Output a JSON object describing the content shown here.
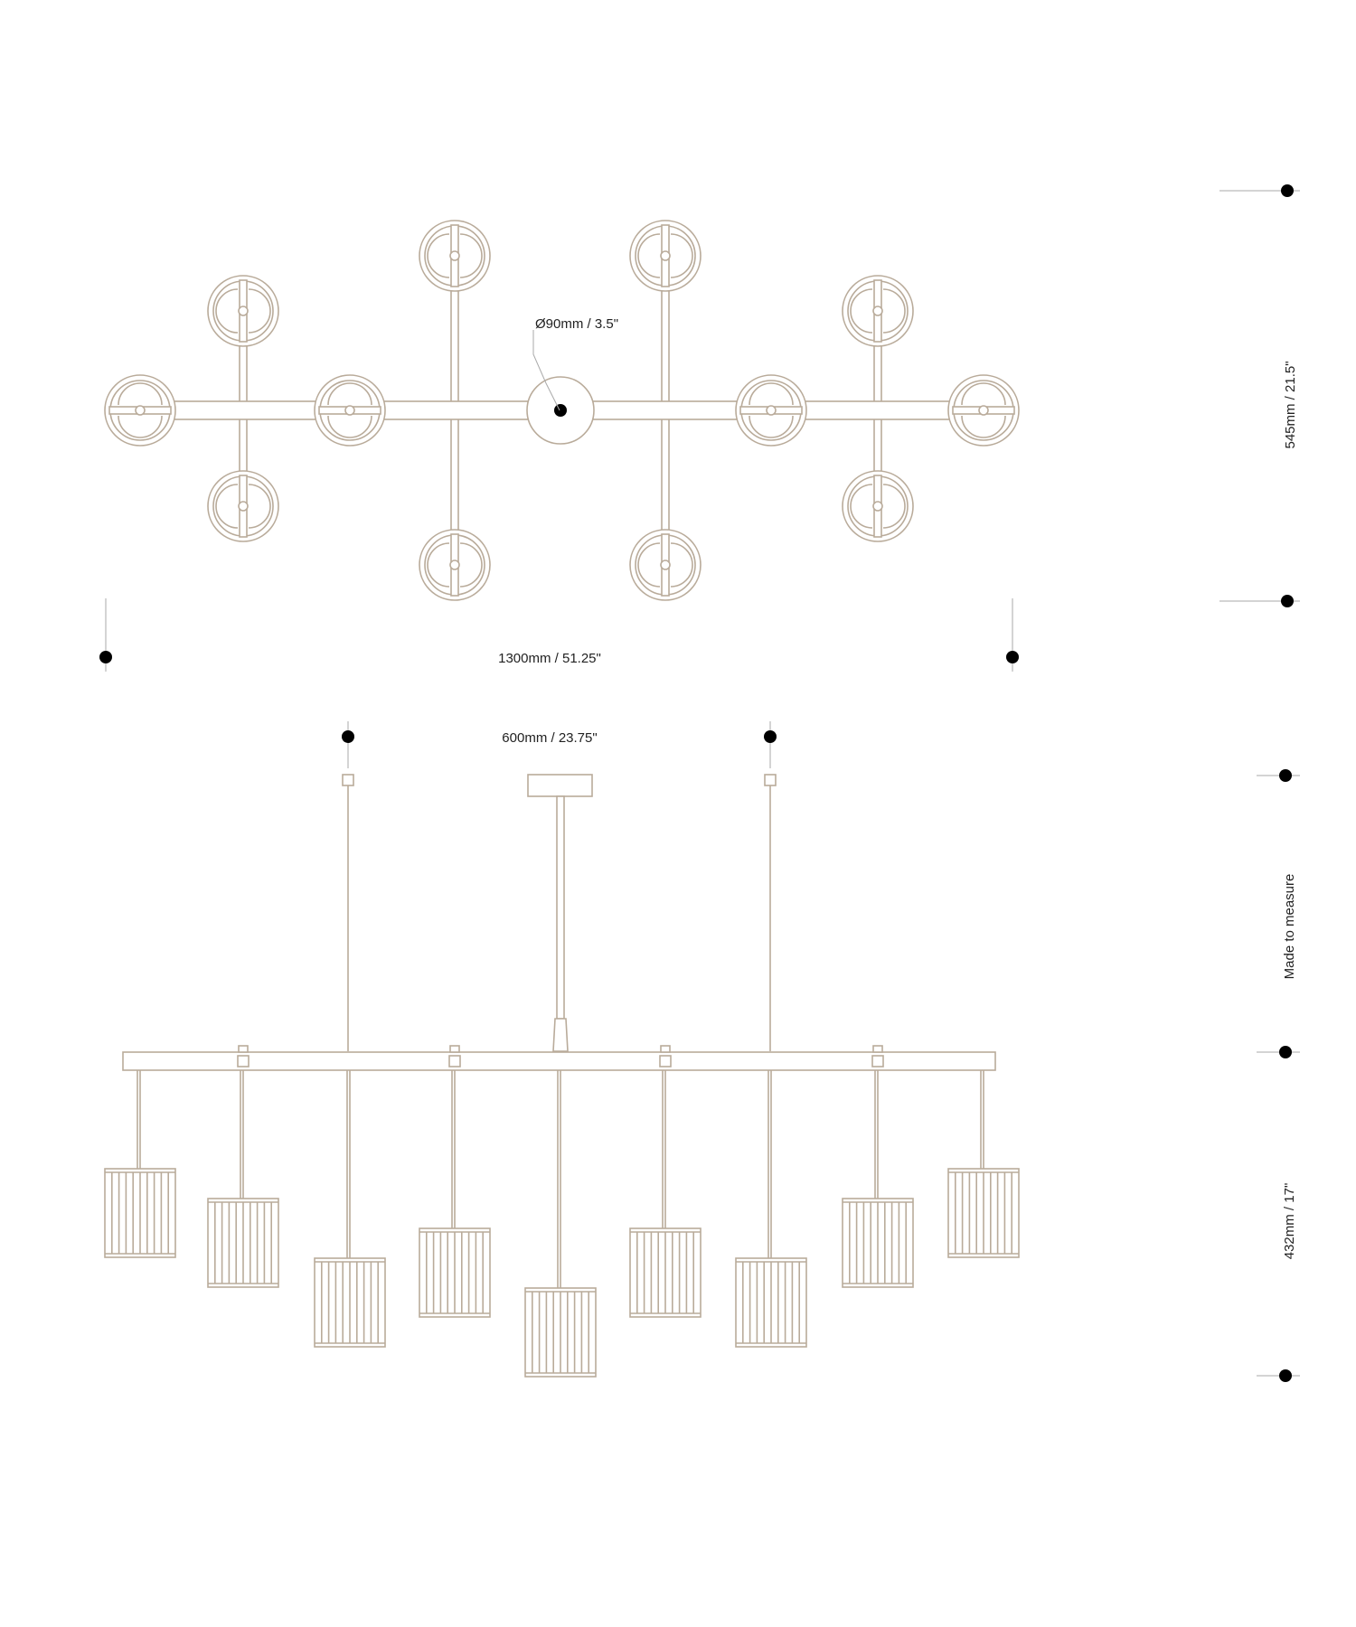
{
  "labels": {
    "diameter": "Ø90mm / 3.5\"",
    "overall_width": "1300mm / 51.25\"",
    "cable_spacing": "600mm / 23.75\"",
    "plan_depth": "545mm / 21.5\"",
    "drop_height": "Made to measure",
    "body_height": "432mm / 17\""
  },
  "colors": {
    "line": "#b9ab9a",
    "dimension": "#aaaaaa",
    "marker": "#000000",
    "text": "#222222",
    "background": "#ffffff"
  }
}
